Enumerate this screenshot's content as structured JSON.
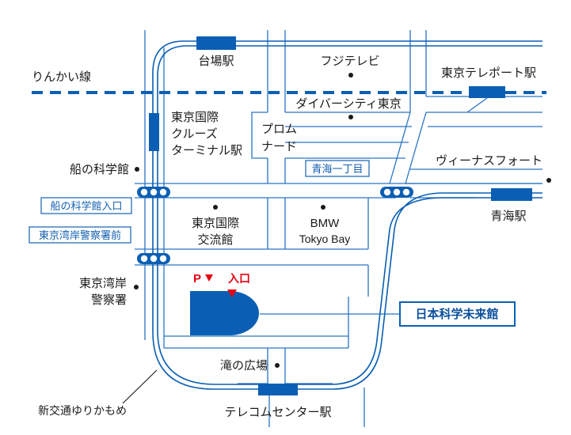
{
  "colors": {
    "rail_blue": "#0a5fb4",
    "road_blue": "#2a74c4",
    "station_blue": "#0a5fb4",
    "museum_blue": "#0a5fb4",
    "label_box_blue": "#1460b0",
    "entrance_red": "#e60012",
    "background": "#ffffff"
  },
  "lines": {
    "rinkai": "りんかい線",
    "yurikamome": "新交通ゆりかもめ"
  },
  "stations": {
    "daiba": "台場駅",
    "tokyo_teleport": "東京テレポート駅",
    "tokyo_kokusai_cruise": [
      "東京国際",
      "クルーズ",
      "ターミナル駅"
    ],
    "aomi": "青海駅",
    "telecom_center": "テレコムセンター駅"
  },
  "landmarks": {
    "fuji_tv": "フジテレビ",
    "diver_city": "ダイバーシティ東京",
    "promenade": [
      "プロム",
      "ナード"
    ],
    "venus_fort": "ヴィーナスフォート",
    "fune_no_kagakukan": "船の科学館",
    "tokyo_kokusai_koryukan": [
      "東京国際",
      "交流館"
    ],
    "bmw": [
      "BMW",
      "Tokyo Bay"
    ],
    "coast_guard": [
      "東京湾岸",
      "警察署"
    ],
    "taki_no_hiroba": "滝の広場"
  },
  "intersections": {
    "aomi_itchome": "青海一丁目",
    "fune_no_kagakukan_iriguchi": "船の科学館入口",
    "coast_guard_mae": "東京湾岸警察署前"
  },
  "museum": {
    "name": "日本科学未来館",
    "parking": "P",
    "entrance": "入口"
  }
}
